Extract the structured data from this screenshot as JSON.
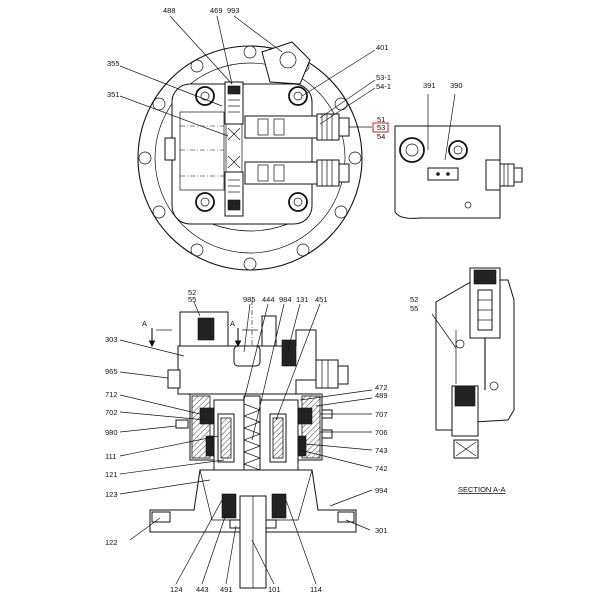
{
  "labels": {
    "p488": "488",
    "p469": "469",
    "p993": "993",
    "p401": "401",
    "p355": "355",
    "p351": "351",
    "p53_1": "53-1",
    "p54_1": "54-1",
    "p51": "51",
    "p53": "53",
    "p54": "54",
    "p391": "391",
    "p390": "390",
    "p52_top": "52",
    "p55_top": "55",
    "p985": "985",
    "p444": "444",
    "p984": "984",
    "p131": "131",
    "p451": "451",
    "p303": "303",
    "p965": "965",
    "p712": "712",
    "p702": "702",
    "p980": "980",
    "p111": "111",
    "p121": "121",
    "p123": "123",
    "p122": "122",
    "p124": "124",
    "p443": "443",
    "p491": "491",
    "p101": "101",
    "p114": "114",
    "p472": "472",
    "p489": "489",
    "p707": "707",
    "p706": "706",
    "p743": "743",
    "p742": "742",
    "p994": "994",
    "p301": "301",
    "p52_sec": "52",
    "p55_sec": "55",
    "a_marker": "A",
    "a_marker_low": "A"
  },
  "section_caption": "SECTION  A-A",
  "highlight_color": "#d01818"
}
